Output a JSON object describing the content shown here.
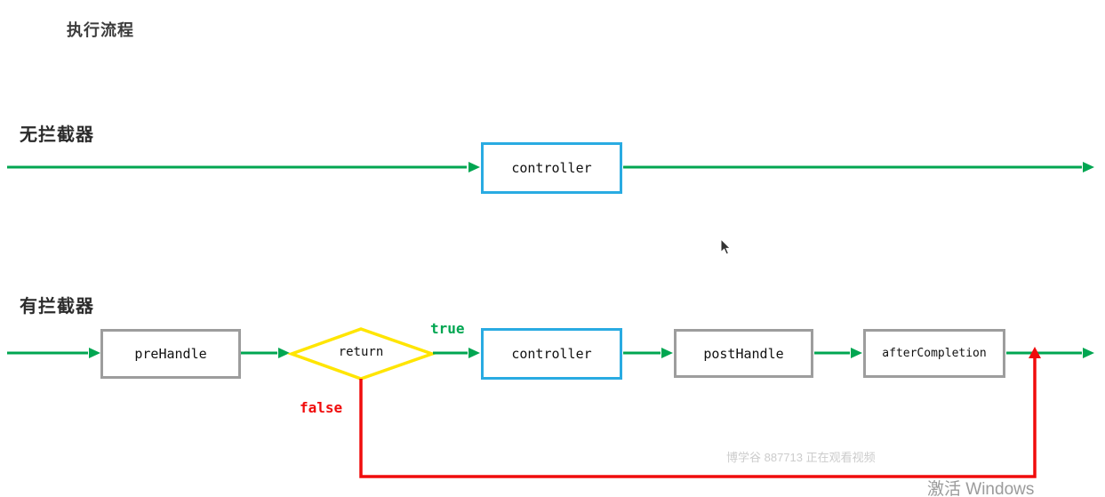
{
  "page": {
    "title": "执行流程"
  },
  "colors": {
    "green": "#00a651",
    "blue": "#29abe2",
    "gray": "#9d9d9d",
    "yellow": "#ffe500",
    "red": "#f00c0c"
  },
  "flow_no_interceptor": {
    "label": "无拦截器",
    "controller": "controller"
  },
  "flow_with_interceptor": {
    "label": "有拦截器",
    "pre_handle": "preHandle",
    "decision": "return",
    "controller": "controller",
    "post_handle": "postHandle",
    "after_completion": "afterCompletion",
    "true_label": "true",
    "false_label": "false"
  },
  "watermarks": {
    "viewer": "博学谷 887713 正在观看视频",
    "activate": "激活 Windows"
  }
}
